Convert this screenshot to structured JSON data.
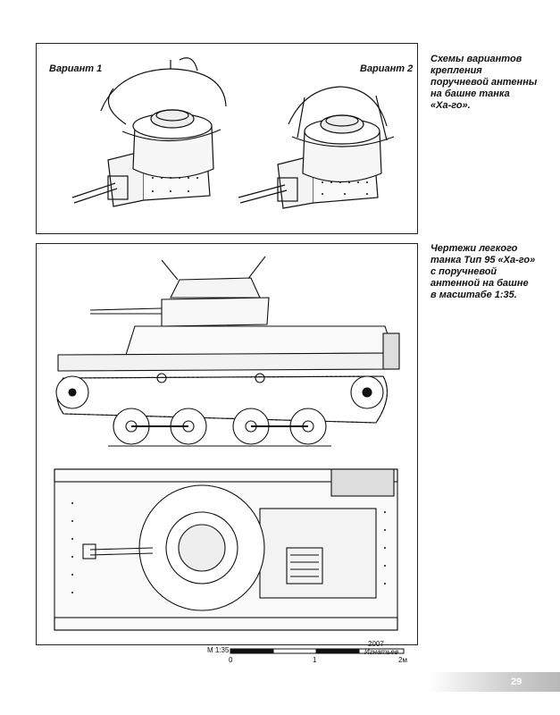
{
  "variants": {
    "variant_1": "Вариант 1",
    "variant_2": "Вариант 2"
  },
  "captions": {
    "top": "Схемы вариантов\nкрепления\nпоручневой антенны\nна башне танка\n«Ха-го».",
    "bottom": "Чертежи легкого\nтанка Тип 95 «Ха-го»\nс поручневой\nантенной на башне\nв масштабе 1:35."
  },
  "scale": {
    "label": "М 1:35",
    "ticks": [
      "0",
      "1",
      "2м"
    ],
    "year": "2007",
    "author": "Игнатьев"
  },
  "page_number": "29"
}
